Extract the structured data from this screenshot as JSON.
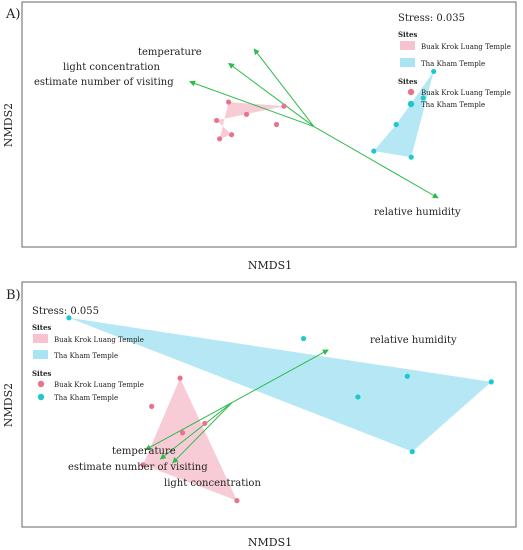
{
  "chart_data": [
    {
      "panel": "A)",
      "type": "scatter",
      "xlabel": "NMDS1",
      "ylabel": "NMDS2",
      "stress": "Stress: 0.035",
      "legend_fill_title": "Sites",
      "legend_point_title": "Sites",
      "series": [
        {
          "name": "Buak Krok Luang Temple",
          "color": "#e8738b",
          "fill": "#f7c3cf",
          "points": [
            [
              -0.5,
              0.24
            ],
            [
              -0.42,
              0.42
            ],
            [
              -0.3,
              0.3
            ],
            [
              -0.1,
              0.2
            ],
            [
              -0.05,
              0.38
            ],
            [
              -0.48,
              0.06
            ],
            [
              -0.4,
              0.1
            ]
          ]
        },
        {
          "name": "Tha Kham Temple",
          "color": "#1fc7cf",
          "fill": "#a8e4f2",
          "points": [
            [
              0.95,
              0.72
            ],
            [
              0.88,
              0.46
            ],
            [
              0.7,
              0.2
            ],
            [
              0.55,
              -0.06
            ],
            [
              0.8,
              -0.12
            ]
          ]
        }
      ],
      "hull_order": [
        [
          4,
          0,
          6,
          5,
          1
        ],
        [
          0,
          4,
          3,
          2
        ]
      ],
      "vectors": [
        {
          "label": "temperature",
          "end": [
            -0.25,
            0.94
          ]
        },
        {
          "label": "light concentration",
          "end": [
            -0.42,
            0.8
          ]
        },
        {
          "label": "estimate number of visiting",
          "end": [
            -0.68,
            0.62
          ]
        },
        {
          "label": "relative humidity",
          "end": [
            0.98,
            -0.52
          ]
        }
      ],
      "vector_origin": [
        0.15,
        0.18
      ],
      "xlim": [
        -1.8,
        1.5
      ],
      "ylim": [
        -1.0,
        1.4
      ]
    },
    {
      "panel": "B)",
      "type": "scatter",
      "xlabel": "NMDS1",
      "ylabel": "NMDS2",
      "stress": "Stress: 0.055",
      "legend_fill_title": "Sites",
      "legend_point_title": "Sites",
      "series": [
        {
          "name": "Buak Krok Luang Temple",
          "color": "#e8738b",
          "fill": "#f7c3cf",
          "points": [
            [
              -0.72,
              0.28
            ],
            [
              -0.95,
              -0.02
            ],
            [
              -0.7,
              -0.3
            ],
            [
              -0.52,
              -0.2
            ],
            [
              -1.02,
              -0.64
            ],
            [
              -0.26,
              -1.02
            ]
          ]
        },
        {
          "name": "Tha Kham Temple",
          "color": "#1fc7cf",
          "fill": "#a8e4f2",
          "points": [
            [
              -1.62,
              0.92
            ],
            [
              0.28,
              0.7
            ],
            [
              1.12,
              0.3
            ],
            [
              0.72,
              0.08
            ],
            [
              1.8,
              0.24
            ],
            [
              1.16,
              -0.5
            ]
          ]
        }
      ],
      "hull_order": [
        [
          0,
          4,
          5
        ],
        [
          0,
          4,
          5
        ]
      ],
      "vectors": [
        {
          "label": "temperature",
          "end": [
            -1.0,
            -0.48
          ]
        },
        {
          "label": "estimate number of visiting",
          "end": [
            -0.78,
            -0.62
          ]
        },
        {
          "label": "light concentration",
          "end": [
            -0.88,
            -0.58
          ]
        },
        {
          "label": "relative humidity",
          "end": [
            0.48,
            0.58
          ]
        }
      ],
      "vector_origin": [
        -0.3,
        0.02
      ],
      "xlim": [
        -2.0,
        2.0
      ],
      "ylim": [
        -1.3,
        1.3
      ]
    }
  ]
}
